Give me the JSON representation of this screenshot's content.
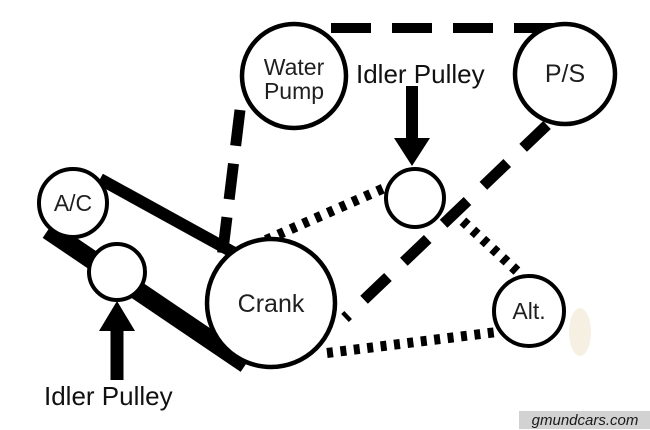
{
  "diagram": {
    "type": "serpentine-belt-routing",
    "pulleys": [
      {
        "id": "water-pump",
        "label": "Water Pump",
        "label_lines": [
          "Water",
          "Pump"
        ]
      },
      {
        "id": "power-steering",
        "label": "P/S"
      },
      {
        "id": "ac-compressor",
        "label": "A/C"
      },
      {
        "id": "idler-upper",
        "label": ""
      },
      {
        "id": "idler-lower",
        "label": ""
      },
      {
        "id": "crank",
        "label": "Crank"
      },
      {
        "id": "alternator",
        "label": "Alt."
      }
    ],
    "callouts": [
      {
        "text": "Idler Pulley",
        "points_to": "idler-upper",
        "arrow_direction": "down"
      },
      {
        "text": "Idler Pulley",
        "points_to": "idler-lower",
        "arrow_direction": "up"
      }
    ],
    "belts": [
      {
        "style": "solid",
        "route": [
          "A/C",
          "Idler Pulley (lower)",
          "Crank"
        ]
      },
      {
        "style": "dashed",
        "route": [
          "Water Pump",
          "P/S",
          "Crank"
        ]
      },
      {
        "style": "dotted",
        "route": [
          "Crank",
          "Idler Pulley (upper)",
          "Alt."
        ]
      }
    ],
    "colors": {
      "ink": "#000000",
      "background": "#ffffff"
    }
  },
  "watermark": {
    "text": "gmundcars.com",
    "band_color": "#d2d2d2",
    "text_color": "#8f8f8f"
  }
}
